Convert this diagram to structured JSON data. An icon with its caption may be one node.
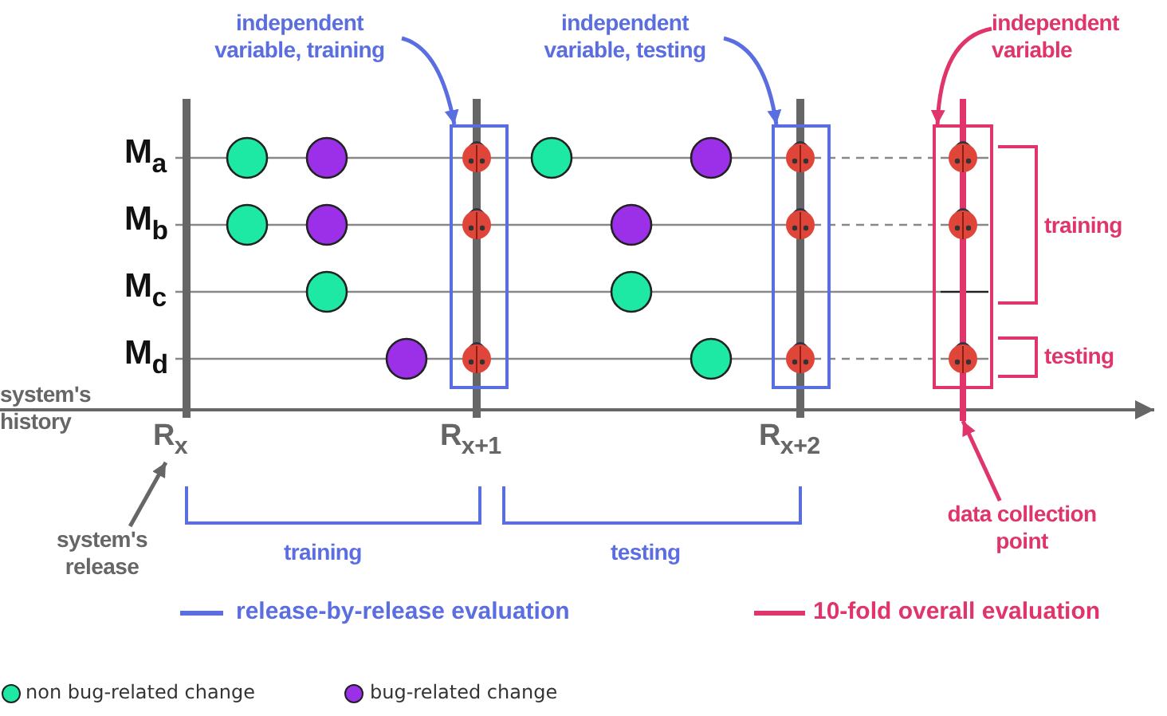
{
  "diagram": {
    "nodes": [
      {
        "text": [
          "independent variable, training"
        ]
      },
      {
        "text": [],
        "shape": "box"
      },
      {
        "text": [
          "independent variable, testing"
        ]
      },
      {
        "text": [],
        "shape": "box"
      },
      {
        "text": [
          "independent variable"
        ]
      },
      {
        "text": [],
        "shape": "box"
      },
      {
        "text": [
          "system's release"
        ]
      },
      {
        "text": [
          "R$_{x}$"
        ]
      },
      {
        "text": [
          "data collection point"
        ]
      },
      {
        "text": [],
        "shape": "bar"
      }
    ],
    "edges": [
      {
        "from": 0,
        "to": 1,
        "arrow": "to",
        "color": "#5b6ee1"
      },
      {
        "from": 2,
        "to": 3,
        "arrow": "to",
        "color": "#5b6ee1"
      },
      {
        "from": 4,
        "to": 5,
        "arrow": "to",
        "color": "#e0356b"
      },
      {
        "from": 6,
        "to": 7,
        "arrow": "to",
        "color": "#666666"
      },
      {
        "from": 8,
        "to": 9,
        "arrow": "to",
        "color": "#e0356b"
      }
    ],
    "labels": [
      "M$_{a}$",
      "M$_{b}$",
      "training",
      "M$_{c}$",
      "M$_{d}$",
      "testing",
      "system's history",
      "R$_{x+1}$",
      "R$_{x+2}$",
      "training",
      "testing"
    ],
    "legend": [
      {
        "text": "release-by-release evaluation"
      },
      {
        "text": "10-fold overall evaluation"
      },
      {
        "text": "non bug-related change",
        "color": "#1de9a4"
      },
      {
        "text": "bug-related change",
        "color": "#9b30e8"
      }
    ]
  }
}
